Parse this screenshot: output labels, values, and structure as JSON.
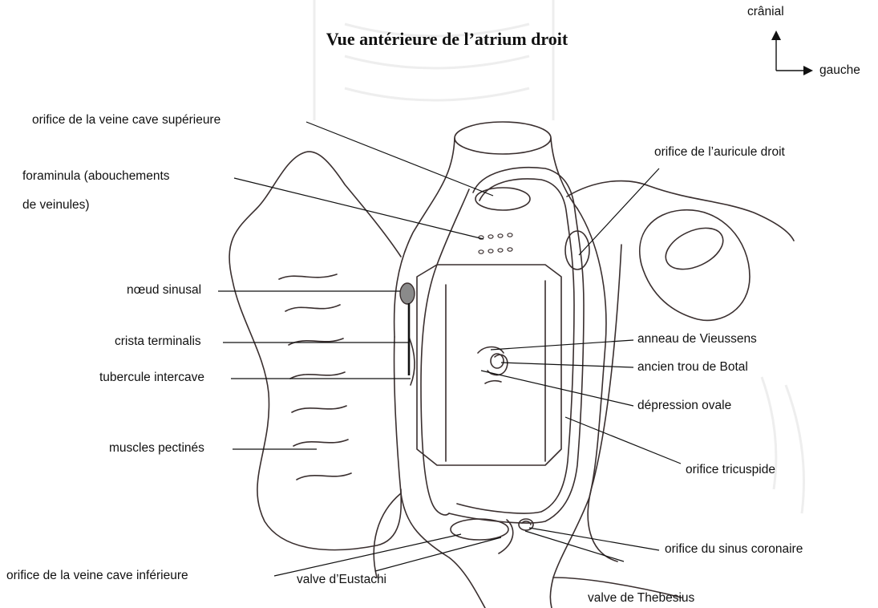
{
  "title": "Vue antérieure de l’atrium droit",
  "orientation": {
    "up": "crânial",
    "right": "gauche"
  },
  "labels": {
    "vcs": "orifice de la veine cave supérieure",
    "foraminula_1": "foraminula (abouchements",
    "foraminula_2": "de veinules)",
    "noeud": "nœud sinusal",
    "crista": "crista terminalis",
    "tubercule": "tubercule intercave",
    "muscles": "muscles pectinés",
    "vci": "orifice de la veine cave inférieure",
    "eustachi": "valve d’Eustachi",
    "thebesius": "valve de Thebesius",
    "sinus_coronaire": "orifice du sinus coronaire",
    "tricuspide": "orifice tricuspide",
    "depression": "dépression ovale",
    "botal": "ancien trou de Botal",
    "vieussens": "anneau de Vieussens",
    "auricule": "orifice de l’auricule droit"
  }
}
